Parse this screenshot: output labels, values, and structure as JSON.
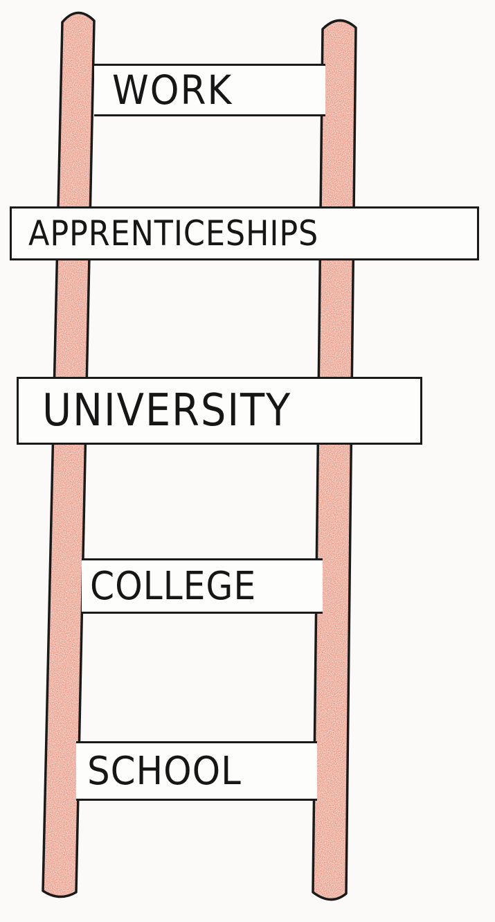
{
  "diagram": {
    "rungs": [
      {
        "label": "WORK"
      },
      {
        "label": "APPRENTICESHIPS"
      },
      {
        "label": "UNIVERSITY"
      },
      {
        "label": "COLLEGE"
      },
      {
        "label": "SCHOOL"
      }
    ],
    "colors": {
      "rail_fill": "#e2765c",
      "outline": "#1a1a1a",
      "background": "#fbfaf8"
    }
  }
}
